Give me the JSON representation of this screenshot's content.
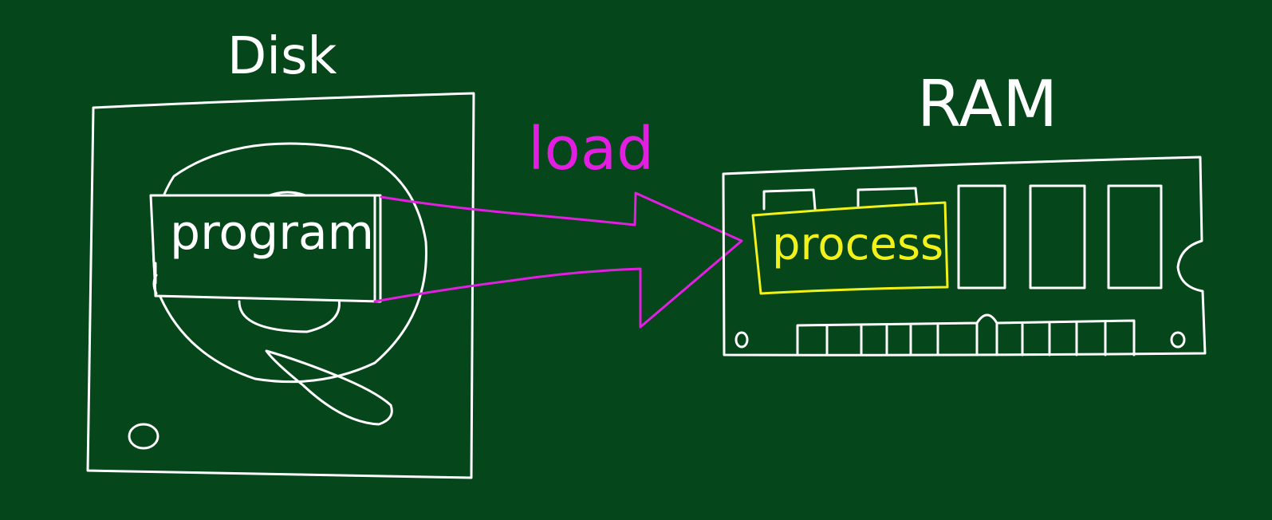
{
  "diagram": {
    "disk_label": "Disk",
    "ram_label": "RAM",
    "program_label": "program",
    "process_label": "process",
    "arrow_label": "load",
    "colors": {
      "background": "#05461a",
      "chalk": "#ffffff",
      "arrow": "#e21fe0",
      "process": "#f2f21a"
    }
  }
}
